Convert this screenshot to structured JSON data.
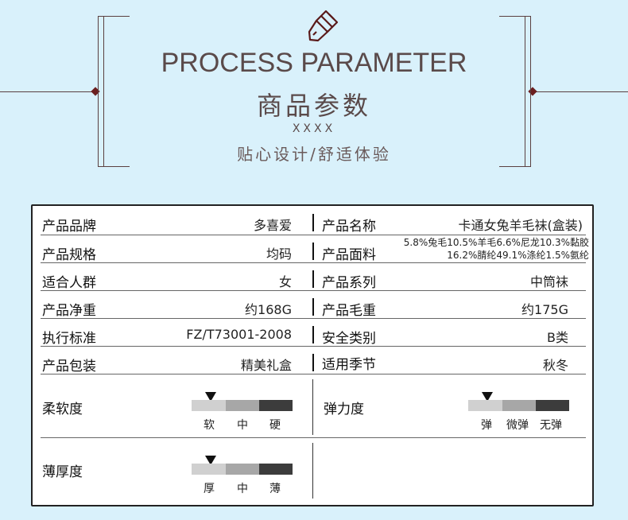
{
  "header": {
    "title_en": "PROCESS PARAMETER",
    "title_cn": "商品参数",
    "sub": "XXXX",
    "slogan": "贴心设计/舒适体验",
    "icon": "paintbrush-icon"
  },
  "params": {
    "brand_label": "产品品牌",
    "brand_value": "多喜爱",
    "name_label": "产品名称",
    "name_value": "卡通女兔羊毛袜(盒装)",
    "spec_label": "产品规格",
    "spec_value": "均码",
    "fabric_label": "产品面料",
    "fabric_value_1": "5.8%兔毛10.5%羊毛6.6%尼龙10.3%黏胶",
    "fabric_value_2": "16.2%腈纶49.1%涤纶1.5%氨纶",
    "crowd_label": "适合人群",
    "crowd_value": "女",
    "series_label": "产品系列",
    "series_value": "中筒袜",
    "net_label": "产品净重",
    "net_value": "约168G",
    "gross_label": "产品毛重",
    "gross_value": "约175G",
    "standard_label": "执行标准",
    "standard_value": "FZ/T73001-2008",
    "safety_label": "安全类别",
    "safety_value": "B类",
    "package_label": "产品包装",
    "package_value": "精美礼盒",
    "season_label": "适用季节",
    "season_value": "秋冬"
  },
  "scales": {
    "softness": {
      "label": "柔软度",
      "ticks": [
        "软",
        "中",
        "硬"
      ],
      "selected": "软"
    },
    "elasticity": {
      "label": "弹力度",
      "ticks": [
        "弹",
        "微弹",
        "无弹"
      ],
      "selected": "弹"
    },
    "thickness": {
      "label": "薄厚度",
      "ticks": [
        "厚",
        "中",
        "薄"
      ],
      "selected": "厚"
    }
  }
}
